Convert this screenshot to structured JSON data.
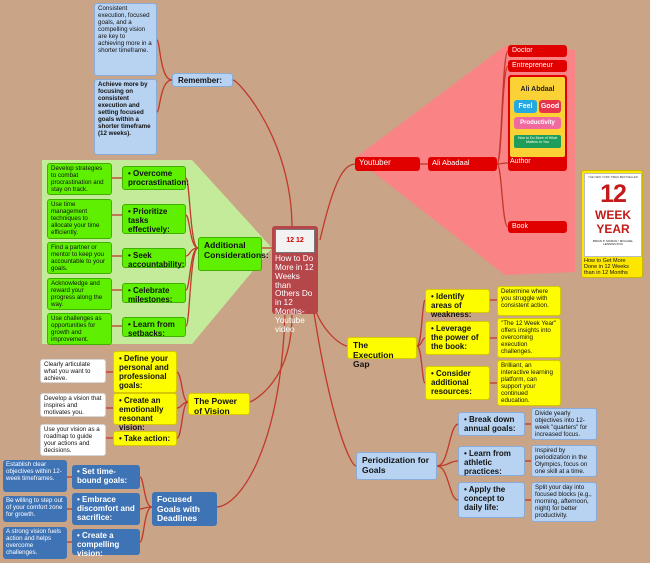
{
  "central": {
    "title": "How to Do More in 12 Weeks than Others Do in 12 Months- Youtube video",
    "thumbnail_text": "12 12"
  },
  "remember": {
    "label": "Remember:",
    "note1": "Consistent execution, focused goals, and a compelling vision are key to achieving more in a shorter timeframe.",
    "note2": "Achieve more by focusing on consistent execution and setting focused goals within a shorter timeframe (12 weeks)."
  },
  "additional": {
    "label": "Additional Considerations:",
    "items": [
      {
        "label": "Overcome procrastination:",
        "note": "Develop strategies to combat procrastination and stay on track."
      },
      {
        "label": "Prioritize tasks effectively:",
        "note": "Use time management techniques to allocate your time efficiently."
      },
      {
        "label": "Seek accountability:",
        "note": "Find a partner or mentor to keep you accountable to your goals."
      },
      {
        "label": "Celebrate milestones:",
        "note": "Acknowledge and reward your progress along the way."
      },
      {
        "label": "Learn from setbacks:",
        "note": "Use challenges as opportunities for growth and improvement."
      }
    ]
  },
  "power": {
    "label": "The Power of Vision",
    "items": [
      {
        "label": "Define your personal and professional goals:",
        "note": "Clearly articulate what you want to achieve."
      },
      {
        "label": "Create an emotionally resonant vision:",
        "note": "Develop a vision that inspires and motivates you."
      },
      {
        "label": "Take action:",
        "note": "Use your vision as a roadmap to guide your actions and decisions."
      }
    ]
  },
  "focused": {
    "label": "Focused Goals with Deadlines",
    "items": [
      {
        "label": "Set time-bound goals:",
        "note": "Establish clear objectives within 12-week timeframes."
      },
      {
        "label": "Embrace discomfort and sacrifice:",
        "note": "Be willing to step out of your comfort zone for growth."
      },
      {
        "label": "Create a compelling vision:",
        "note": "A strong vision fuels action and helps overcome challenges."
      }
    ]
  },
  "gap": {
    "label": "The Execution Gap",
    "items": [
      {
        "label": "Identify areas of weakness:",
        "note": "Determine where you struggle with consistent action."
      },
      {
        "label": "Leverage the power of the book:",
        "note": "\"The 12 Week Year\" offers insights into overcoming execution challenges."
      },
      {
        "label": "Consider additional resources:",
        "note": "Brilliant, an interactive learning platform, can support your continued education."
      }
    ]
  },
  "period": {
    "label": "Periodization for Goals",
    "items": [
      {
        "label": "Break down annual goals:",
        "note": "Divide yearly objectives into 12-week \"quarters\" for increased focus."
      },
      {
        "label": "Learn from athletic practices:",
        "note": "Inspired by periodization in the Olympics, focus on one skill at a time."
      },
      {
        "label": "Apply the concept to daily life:",
        "note": "Split your day into focused blocks (e.g., morning, afternoon, night) for better productivity."
      }
    ]
  },
  "youtuber": {
    "label": "Youtuber",
    "name": "Ali Abadaal",
    "doctor": "Doctor",
    "entrepreneur": "Entrepreneur",
    "author": "Author",
    "book": "Book",
    "fgp": {
      "author": "Ali Abdaal",
      "feel": "Feel",
      "good": "Good",
      "productivity": "Productivity",
      "tagline": "How to Do More of What Matters to You"
    },
    "twy": {
      "top": "THE NEW YORK TIMES BESTSELLER",
      "number": "12",
      "week": "WEEK",
      "year": "YEAR",
      "authors": "BRIAN P. MORAN / MICHAEL LENNINGTON",
      "caption": "How to Get More Done in 12 Weeks than in 12 Months"
    }
  },
  "colors": {
    "branch": "#c0392b",
    "central": "#b5474b",
    "green_region": "#c4ef9b",
    "pink_region": "#ff7f86"
  }
}
